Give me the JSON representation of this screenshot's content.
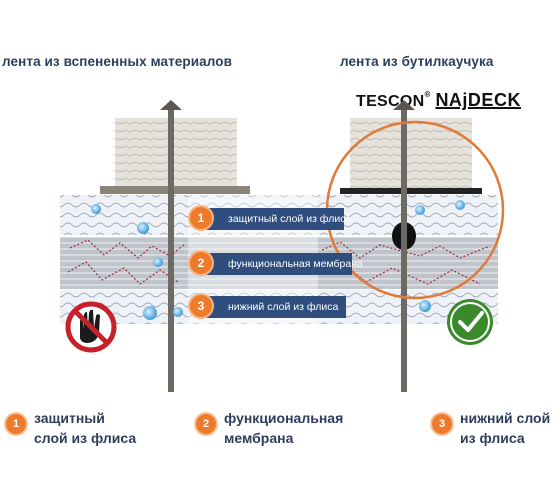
{
  "headings": {
    "left": "лента из вспененных материалов",
    "right": "лента из бутилкаучука"
  },
  "brand": {
    "tescon": "TESCON",
    "reg": "®",
    "najdeck": "NAjDECK"
  },
  "layers": [
    {
      "num": "1",
      "label": "защитный слой из флиса"
    },
    {
      "num": "2",
      "label": "функциональная мембрана"
    },
    {
      "num": "3",
      "label": "нижний слой из флиса"
    }
  ],
  "legend": [
    {
      "num": "1",
      "line1": "защитный",
      "line2": "слой из флиса"
    },
    {
      "num": "2",
      "line1": "функциональная",
      "line2": "мембрана"
    },
    {
      "num": "3",
      "line1": "нижний слой",
      "line2": "из флиса"
    }
  ],
  "icons": {
    "left_status": "stop-hand-icon",
    "right_status": "check-icon"
  },
  "colors": {
    "accent_orange": "#ee7a2c",
    "label_blue": "#2f4e7d",
    "heading": "#2d3d5c",
    "stop_red": "#c8202a",
    "check_green": "#3a8a2c"
  }
}
